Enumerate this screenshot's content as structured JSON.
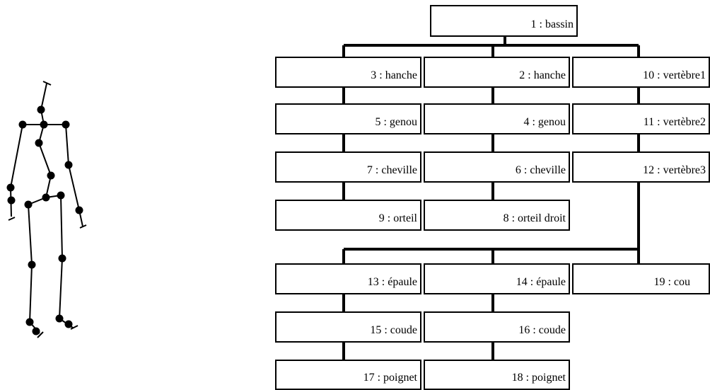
{
  "nodes": {
    "n1": "1 : bassin",
    "n2": "2 : hanche",
    "n3": "3 : hanche",
    "n4": "4 : genou",
    "n5": "5 : genou",
    "n6": "6 : cheville",
    "n7": "7 : cheville",
    "n8": "8 : orteil droit",
    "n9": "9 : orteil",
    "n10": "10 : vertèbre1",
    "n11": "11 : vertèbre2",
    "n12": "12 : vertèbre3",
    "n13": "13 : épaule",
    "n14": "14 : épaule",
    "n15": "15 : coude",
    "n16": "16 : coude",
    "n17": "17 : poignet",
    "n18": "18 : poignet",
    "n19": "19 : cou"
  }
}
